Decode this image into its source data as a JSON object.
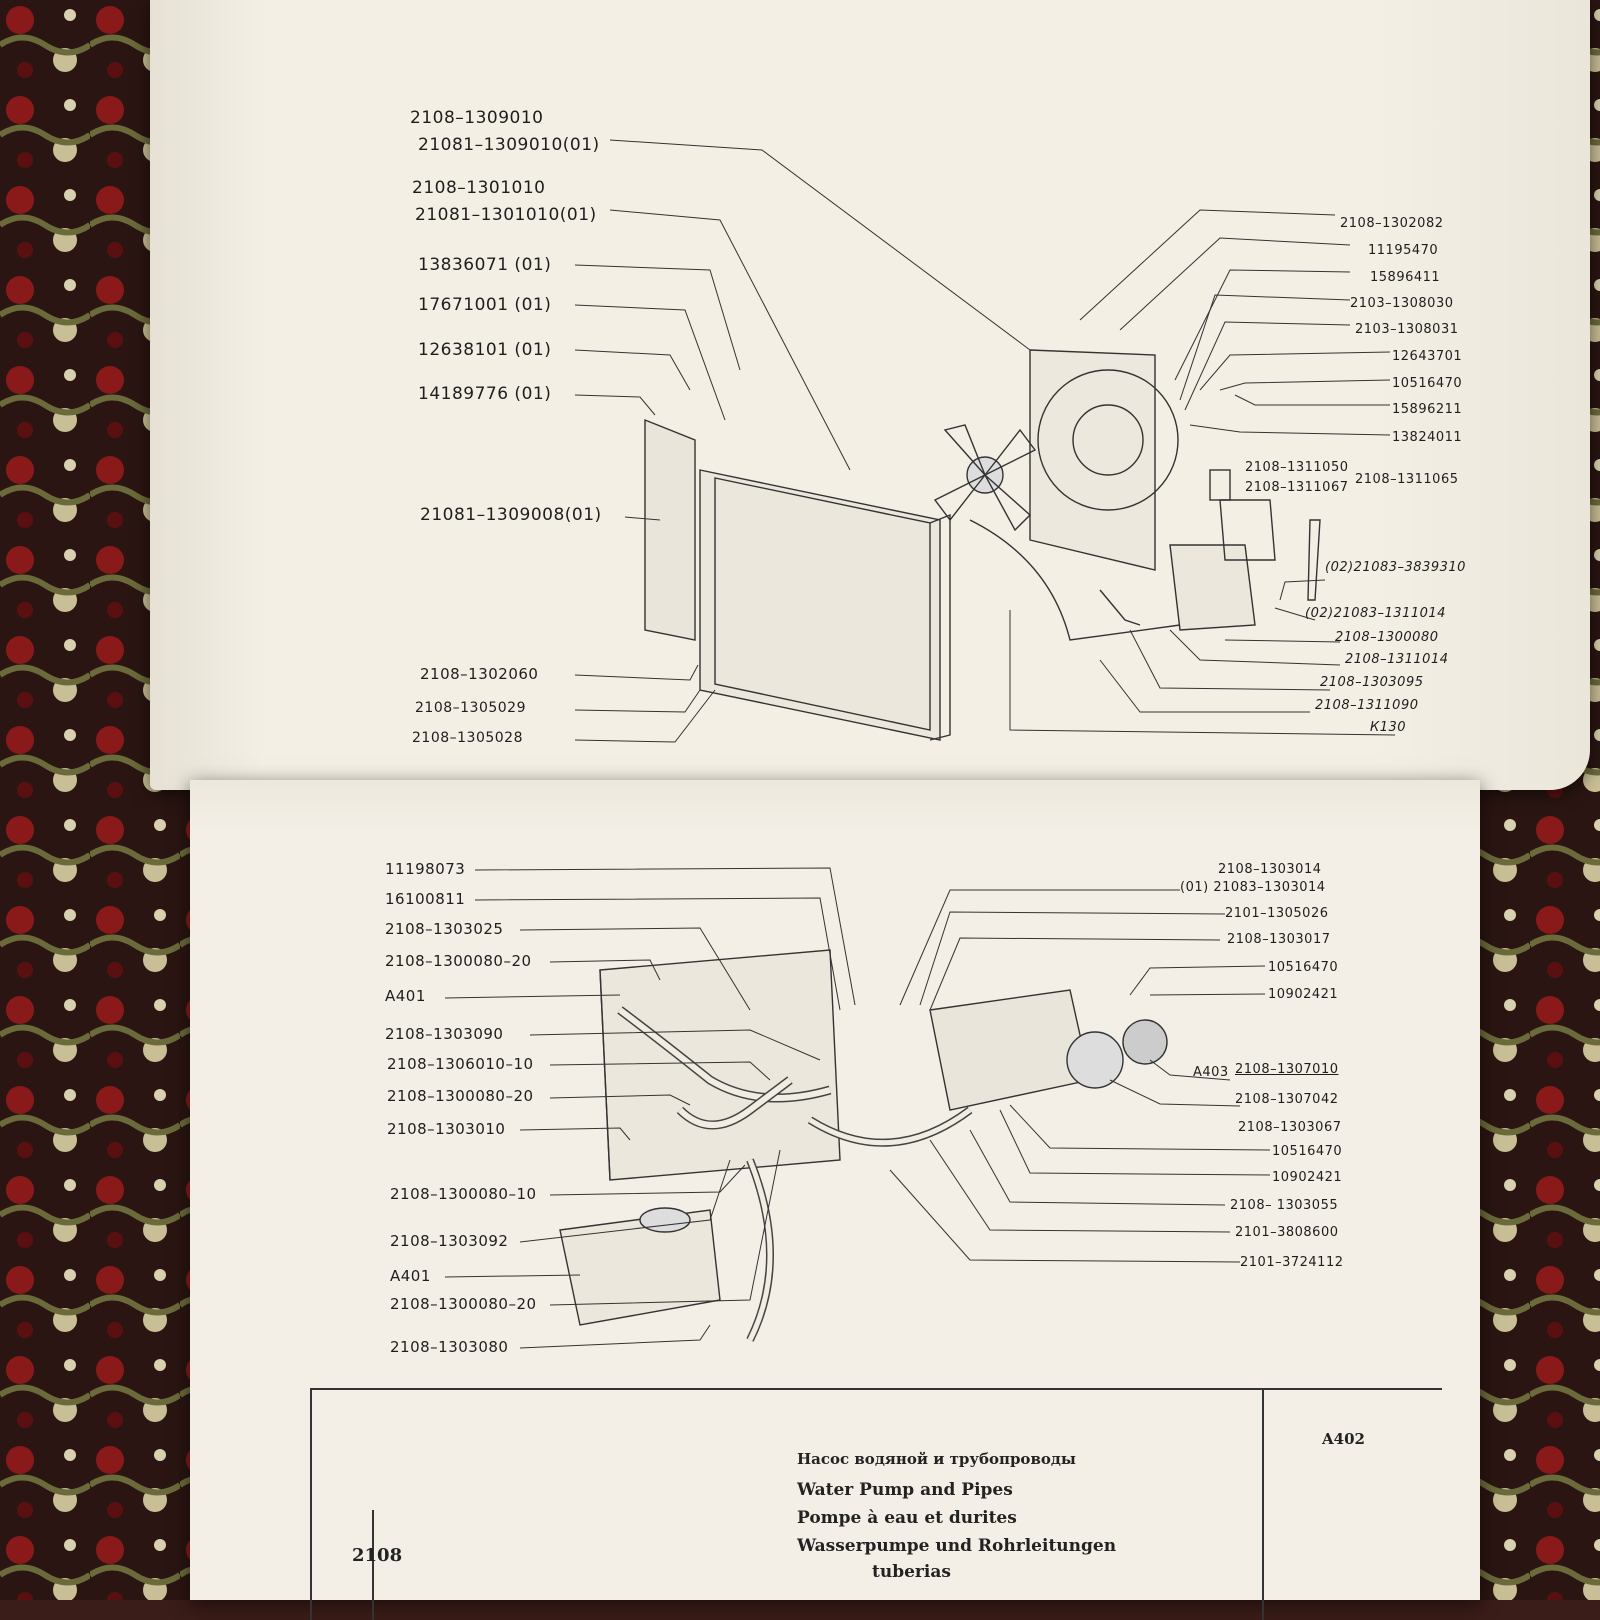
{
  "top_page": {
    "labels_left": [
      "2108–1309010",
      "21081–1309010(01)",
      "2108–1301010",
      "21081–1301010(01)",
      "13836071 (01)",
      "17671001 (01)",
      "12638101 (01)",
      "14189776 (01)",
      "21081–1309008(01)",
      "2108–1302060",
      "2108–1305029",
      "2108–1305028"
    ],
    "labels_right": [
      "2108–1302082",
      "11195470",
      "15896411",
      "2103–1308030",
      "2103–1308031",
      "12643701",
      "10516470",
      "15896211",
      "13824011",
      "2108–1311050",
      "2108–1311067",
      "2108–1311065",
      "(02)21083–3839310",
      "(02)21083–1311014",
      "2108–1300080",
      "2108–1311014",
      "2108–1303095",
      "2108–1311090",
      "К130"
    ]
  },
  "bottom_page": {
    "labels_left": [
      "11198073",
      "16100811",
      "2108–1303025",
      "2108–1300080–20",
      "А401",
      "2108–1303090",
      "2108–1306010–10",
      "2108–1300080–20",
      "2108–1303010",
      "2108–1300080–10",
      "2108–1303092",
      "А401",
      "2108–1300080–20",
      "2108–1303080"
    ],
    "labels_right": [
      "2108–1303014",
      "(01) 21083–1303014",
      "2101–1305026",
      "2108–1303017",
      "10516470",
      "10902421",
      "А403",
      "2108–1307010",
      "2108–1307042",
      "2108–1303067",
      "10516470",
      "10902421",
      "2108– 1303055",
      "2101–3808600",
      "2101–3724112"
    ],
    "caption": {
      "ref": "A402",
      "model": "2108",
      "title_ru": "Насос водяной и трубопроводы",
      "title_en": "Water Pump and Pipes",
      "title_fr": "Pompe à eau et durites",
      "title_de": "Wasserpumpe und Rohrleitungen",
      "title_es": "tuberias"
    }
  }
}
